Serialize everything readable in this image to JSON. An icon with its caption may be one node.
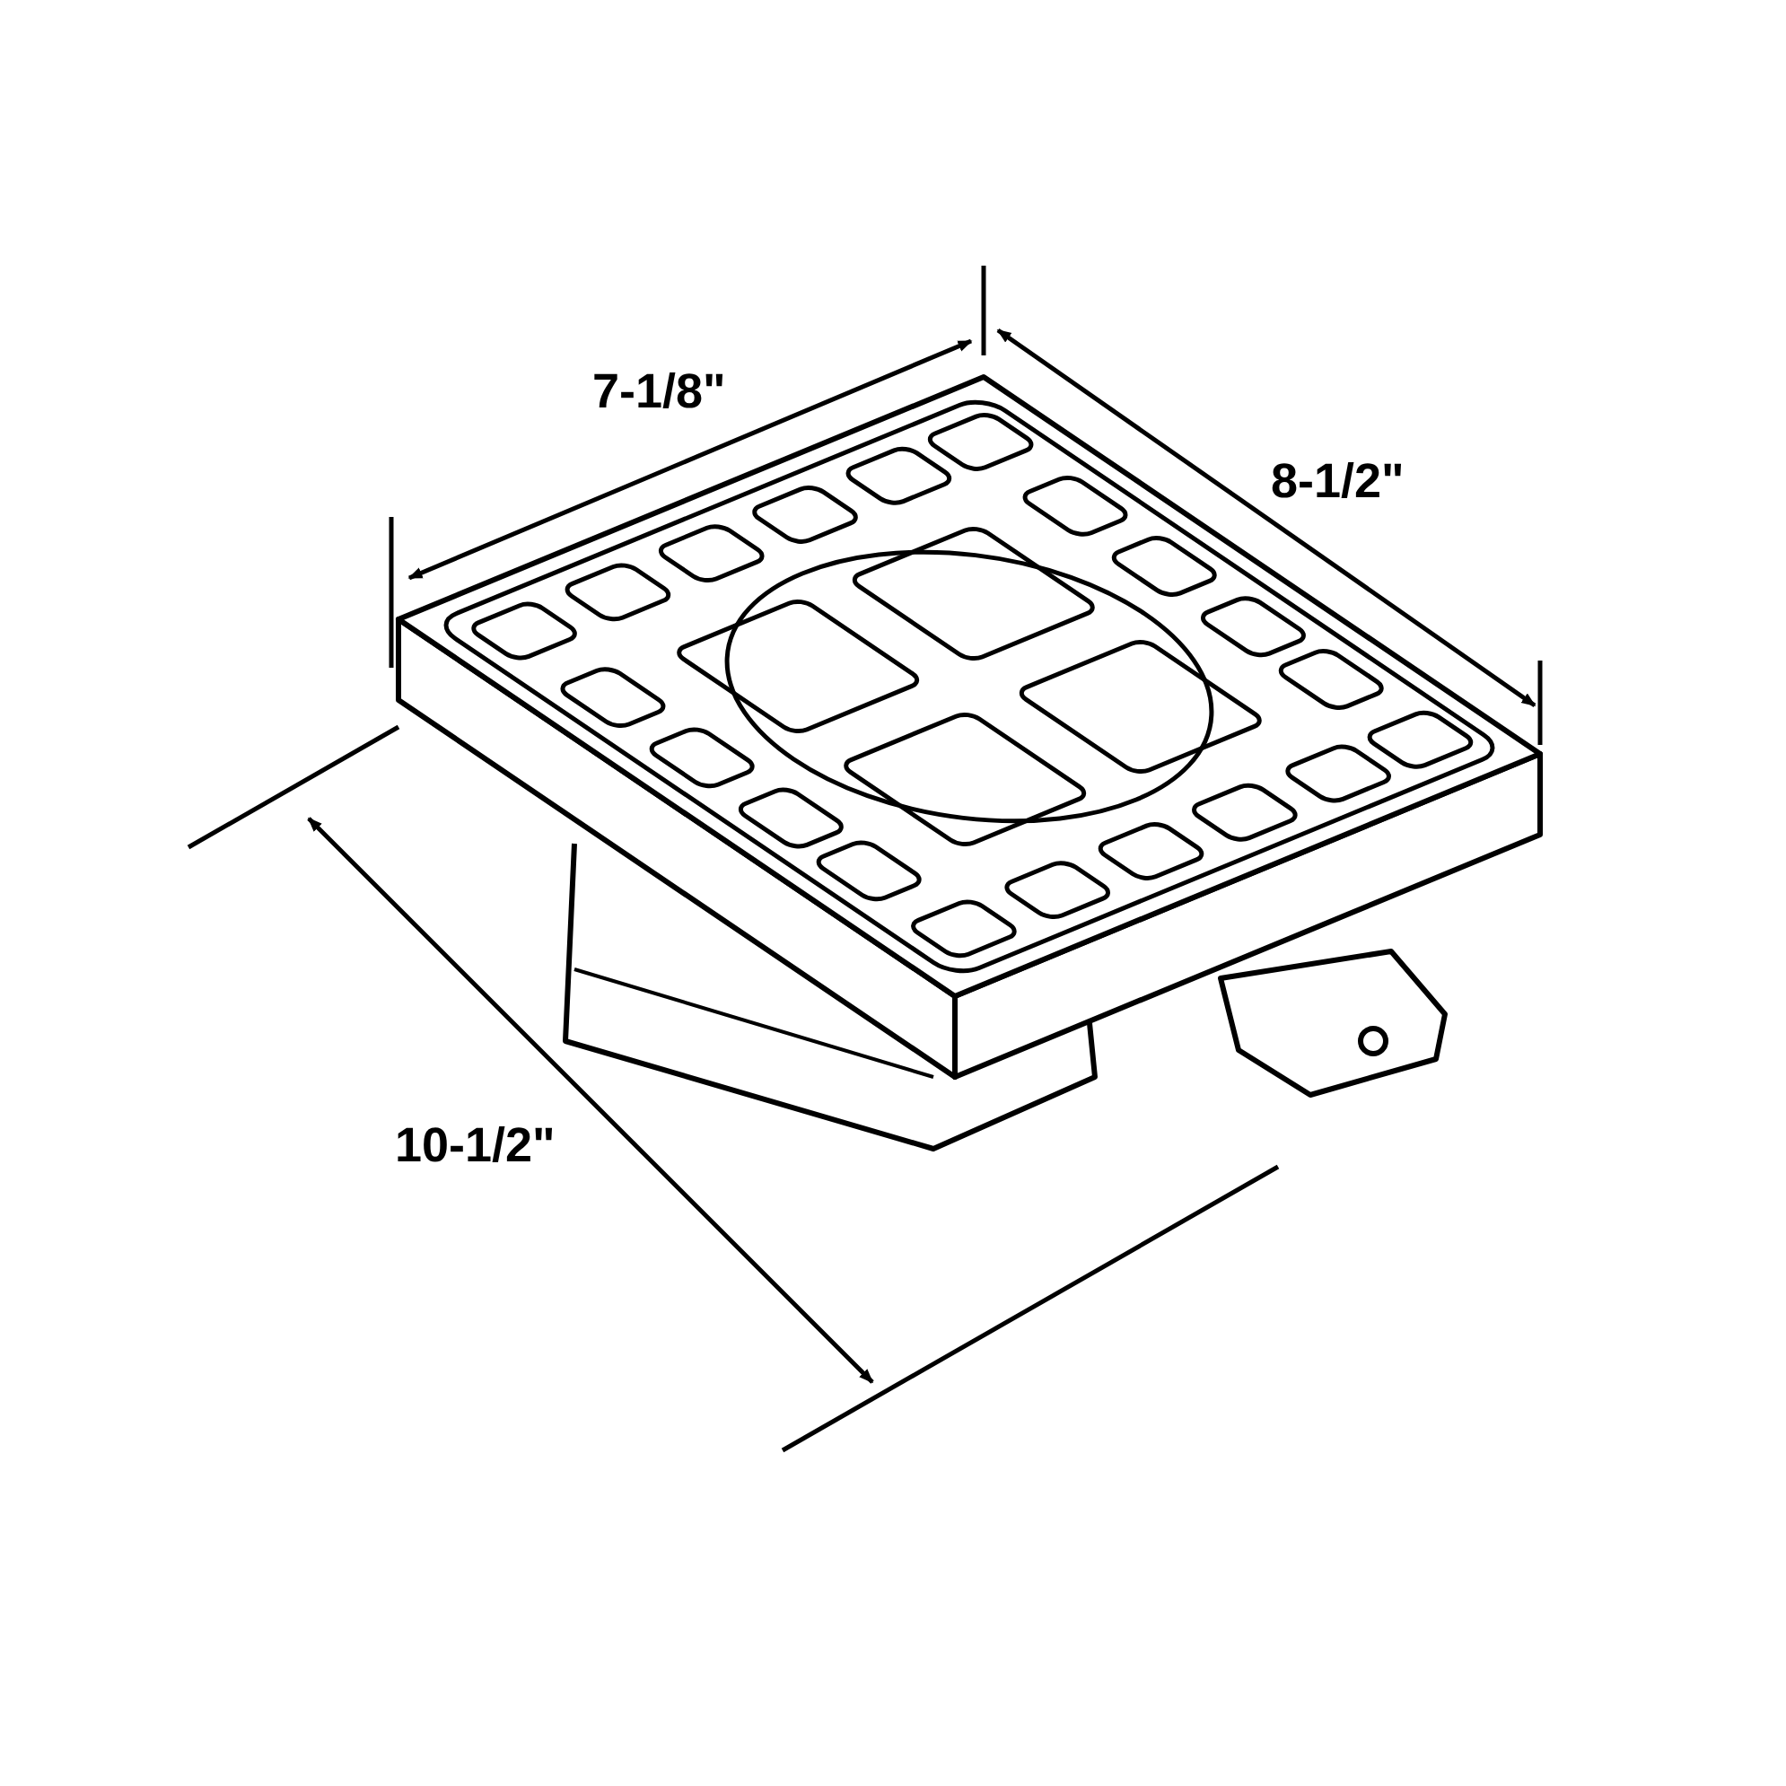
{
  "diagram": {
    "labels": [
      "7-1/8\"",
      "8-1/2\"",
      "10-1/2\""
    ]
  }
}
